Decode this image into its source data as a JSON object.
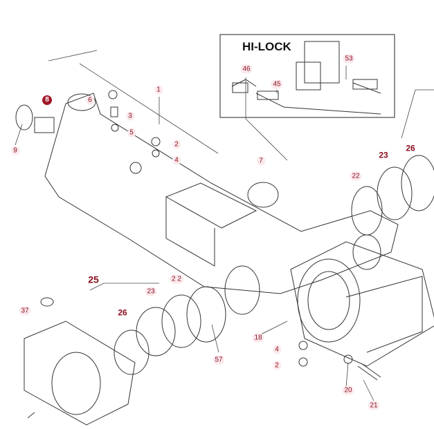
{
  "inset_title": "HI-LOCK",
  "accent_color": "#a01828",
  "selected_part": "8",
  "callouts": [
    {
      "id": "c1",
      "text": "1"
    },
    {
      "id": "c2a",
      "text": "2"
    },
    {
      "id": "c3",
      "text": "3"
    },
    {
      "id": "c4a",
      "text": "4"
    },
    {
      "id": "c5",
      "text": "5"
    },
    {
      "id": "c6",
      "text": "6"
    },
    {
      "id": "c7",
      "text": "7"
    },
    {
      "id": "c8",
      "text": "8"
    },
    {
      "id": "c9",
      "text": "9"
    },
    {
      "id": "c46",
      "text": "46"
    },
    {
      "id": "c45",
      "text": "45"
    },
    {
      "id": "c53",
      "text": "53"
    },
    {
      "id": "c23a",
      "text": "23"
    },
    {
      "id": "c26a",
      "text": "26"
    },
    {
      "id": "c22a",
      "text": "22"
    },
    {
      "id": "c25",
      "text": "25"
    },
    {
      "id": "c37",
      "text": "37"
    },
    {
      "id": "c23b",
      "text": "23"
    },
    {
      "id": "c26b",
      "text": "26"
    },
    {
      "id": "c22b",
      "text": "2 2"
    },
    {
      "id": "c57",
      "text": "57"
    },
    {
      "id": "c18",
      "text": "18"
    },
    {
      "id": "c4b",
      "text": "4"
    },
    {
      "id": "c2b",
      "text": "2"
    },
    {
      "id": "c20",
      "text": "20"
    },
    {
      "id": "c21",
      "text": "21"
    }
  ]
}
